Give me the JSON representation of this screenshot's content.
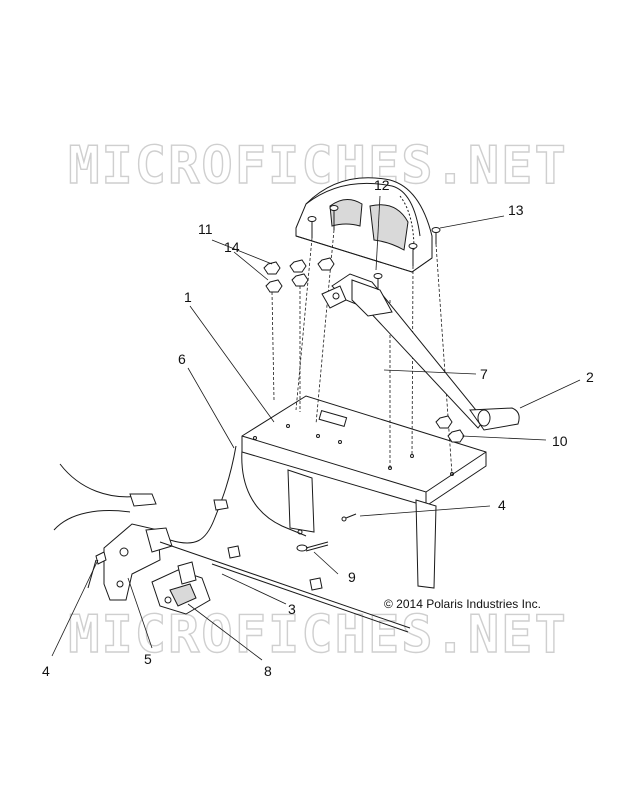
{
  "watermark": {
    "top": "MICROFICHES.NET",
    "bottom": "MICROFICHES.NET"
  },
  "copyright": "© 2014 Polaris Industries Inc.",
  "callouts": {
    "c1": "1",
    "c2": "2",
    "c3": "3",
    "c4a": "4",
    "c4b": "4",
    "c5": "5",
    "c6": "6",
    "c7": "7",
    "c8": "8",
    "c9": "9",
    "c10": "10",
    "c11": "11",
    "c12": "12",
    "c13": "13",
    "c14": "14"
  }
}
